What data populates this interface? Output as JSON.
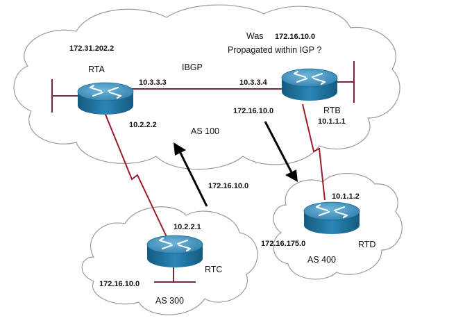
{
  "routers": {
    "rta": {
      "name": "RTA"
    },
    "rtb": {
      "name": "RTB"
    },
    "rtc": {
      "name": "RTC"
    },
    "rtd": {
      "name": "RTD"
    }
  },
  "autonomous_systems": {
    "as100": "AS 100",
    "as300": "AS 300",
    "as400": "AS 400"
  },
  "session": "IBGP",
  "question": {
    "line1": "Was",
    "prefix": "172.16.10.0",
    "line2": "Propagated within IGP ?"
  },
  "addresses": {
    "rta_loopback": "172.31.202.2",
    "rta_ibgp": "10.3.3.3",
    "rta_to_rtc": "10.2.2.2",
    "rtb_ibgp": "10.3.3.4",
    "rtb_to_rtd": "10.1.1.1",
    "rtc_to_rta": "10.2.2.1",
    "rtc_network": "172.16.10.0",
    "rtd_to_rtb": "10.1.1.2",
    "rtd_network": "172.16.175.0"
  },
  "advertisements": {
    "rtc_to_rta": "172.16.10.0",
    "rtb_to_rtd": "172.16.10.0"
  },
  "colors": {
    "router_top": "#3f8fb8",
    "router_side": "#1e6f99",
    "serial_link": "#9b1b2a",
    "ethernet_link": "#7a2a35",
    "cloud_outline": "#9a9a9a"
  }
}
